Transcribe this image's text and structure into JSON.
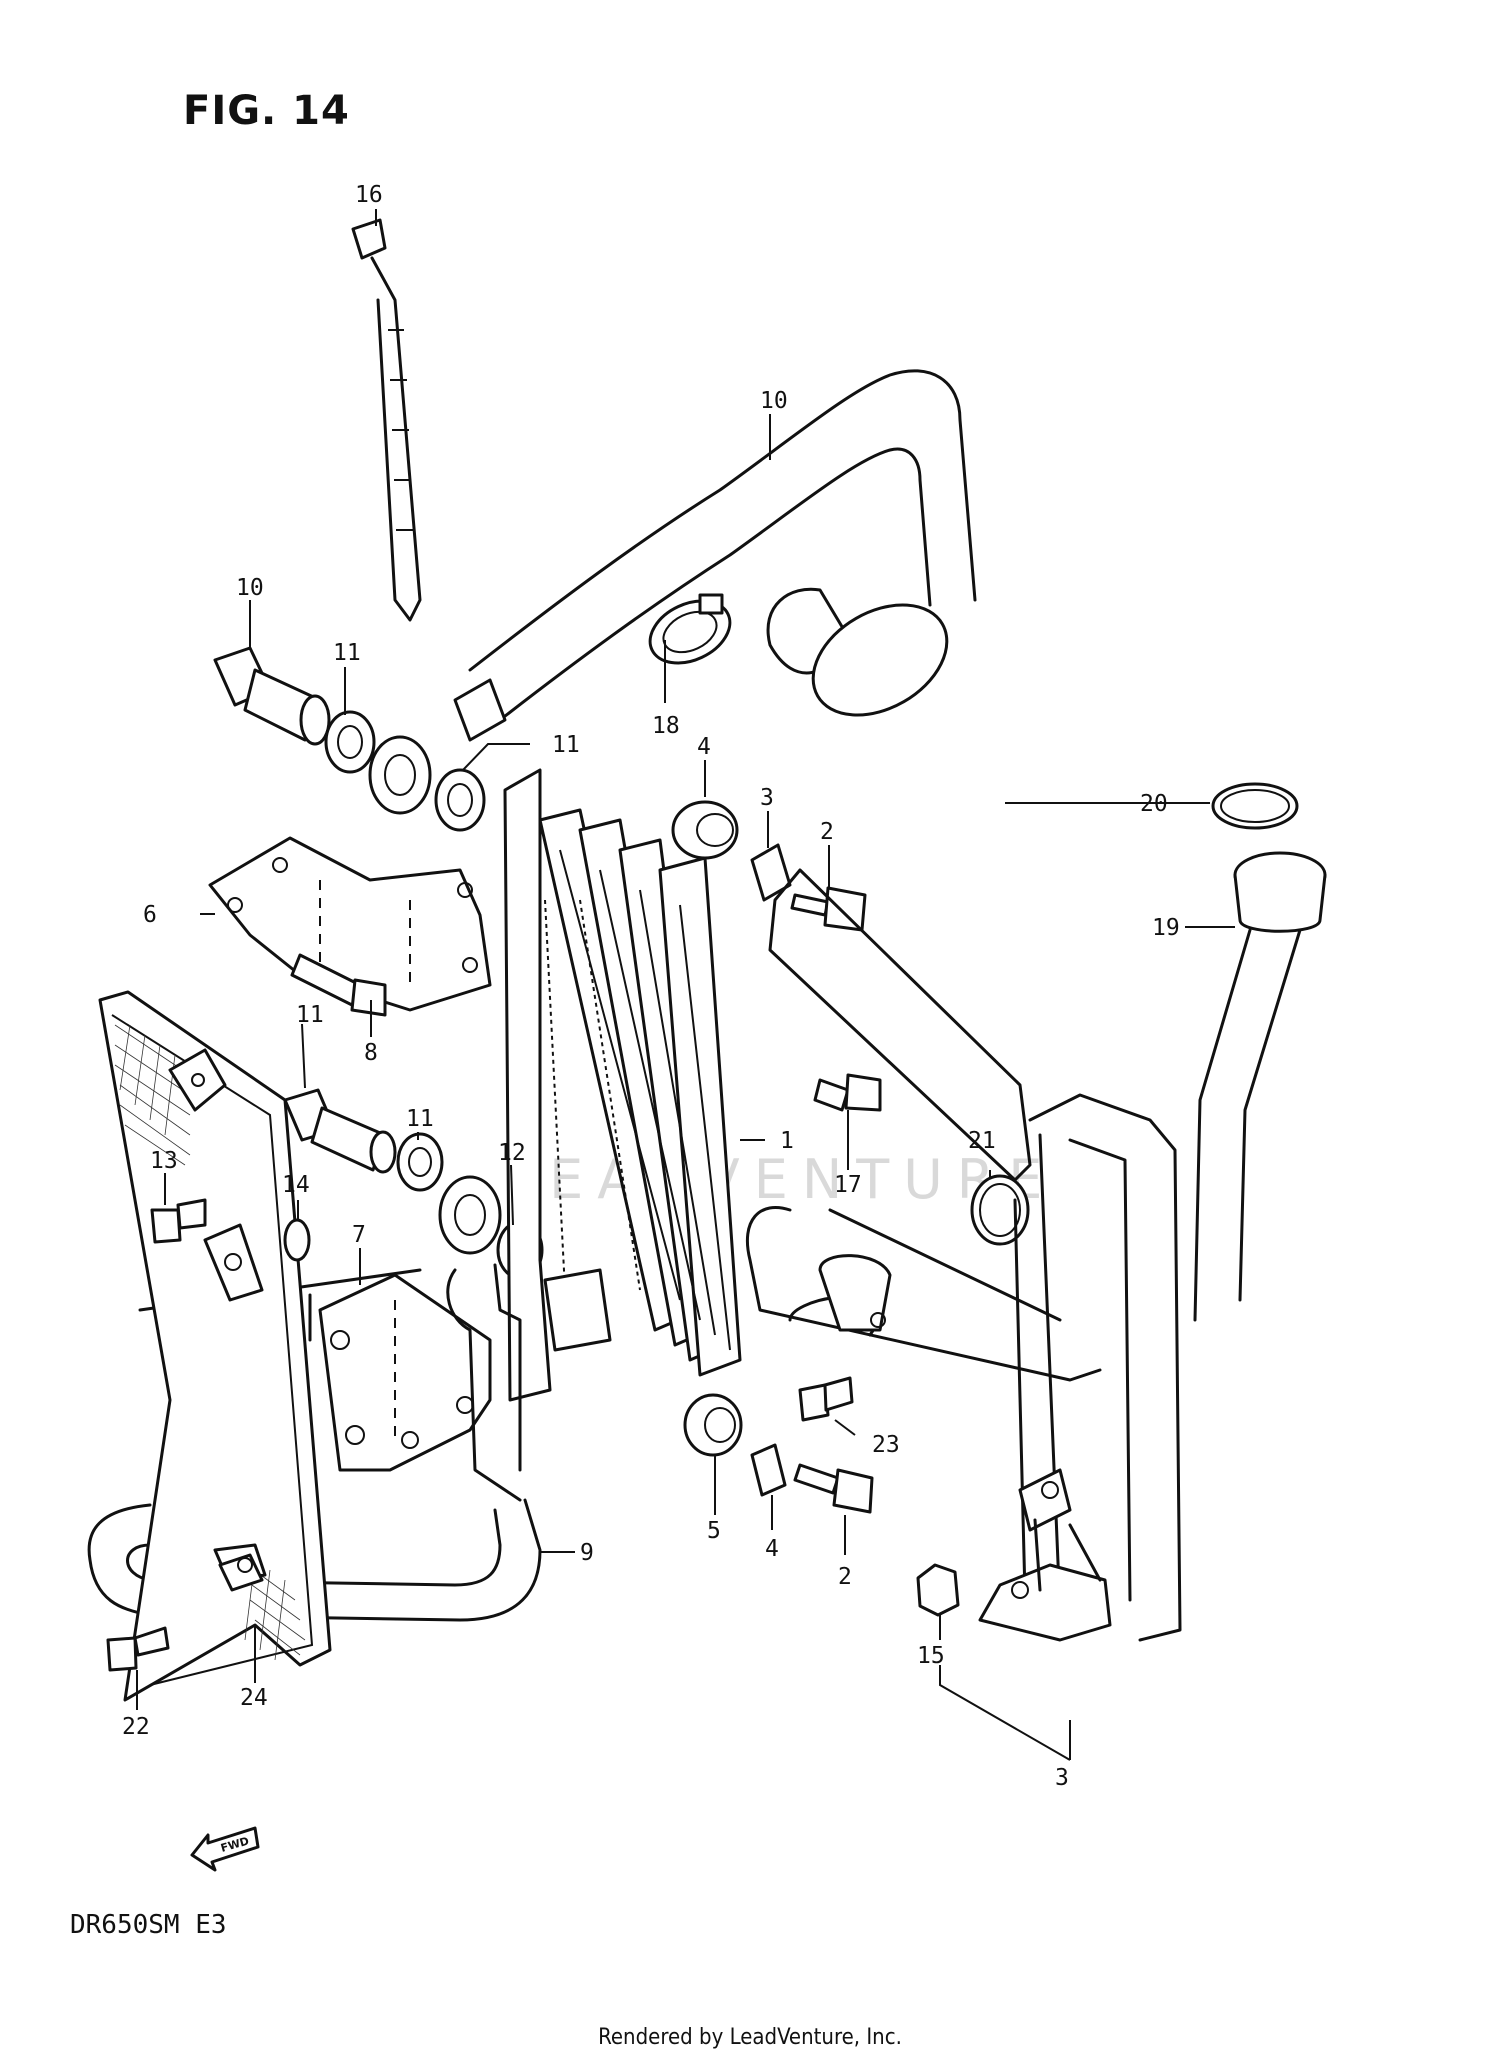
{
  "header": {
    "figure_title": "FIG. 14"
  },
  "footer": {
    "model_code": "DR650SM  E3",
    "render_credit": "Rendered by LeadVenture, Inc."
  },
  "watermark": {
    "text": "LEADVENTURE"
  },
  "direction_arrow": {
    "label": "FWD"
  },
  "callouts": [
    "1",
    "2",
    "2",
    "3",
    "3",
    "4",
    "4",
    "5",
    "6",
    "7",
    "8",
    "9",
    "10",
    "10",
    "11",
    "11",
    "11",
    "11",
    "12",
    "13",
    "14",
    "15",
    "16",
    "17",
    "18",
    "19",
    "20",
    "21",
    "22",
    "23",
    "24"
  ],
  "colors": {
    "line": "#111111",
    "background": "#ffffff",
    "watermark": "#d9d9d9"
  }
}
